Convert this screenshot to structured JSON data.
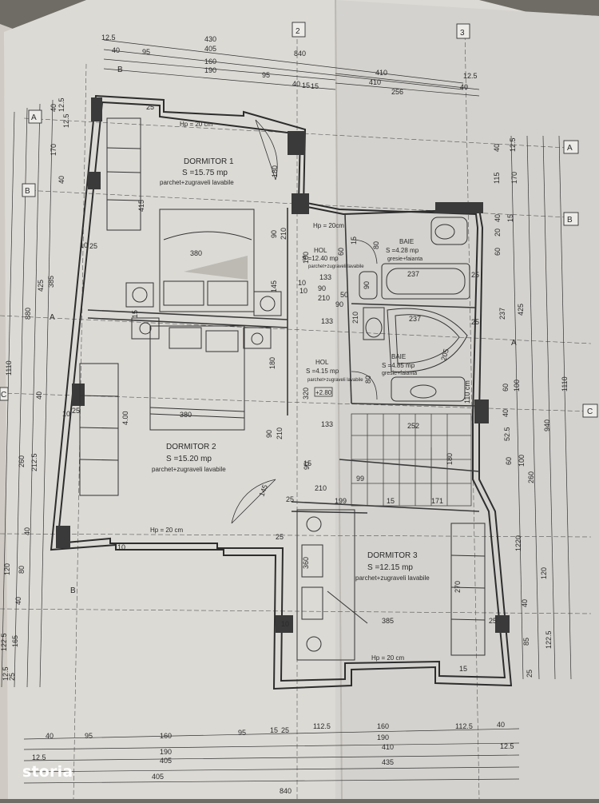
{
  "brand": {
    "logo_text": "storia"
  },
  "grid_labels": {
    "a": "A",
    "b": "B",
    "c": "C",
    "n2": "2",
    "n3": "3"
  },
  "rooms": [
    {
      "id": "dormitor-1",
      "name": "DORMITOR 1",
      "area": "S =15.75 mp",
      "finish": "parchet+zugraveli lavabile"
    },
    {
      "id": "dormitor-2",
      "name": "DORMITOR 2",
      "area": "S =15.20 mp",
      "finish": "parchet+zugraveli lavabile"
    },
    {
      "id": "dormitor-3",
      "name": "DORMITOR 3",
      "area": "S =12.15 mp",
      "finish": "parchet+zugraveli lavabile"
    },
    {
      "id": "baie-1",
      "name": "BAIE",
      "area": "S =4.28 mp",
      "finish": "gresie+faianta"
    },
    {
      "id": "baie-2",
      "name": "BAIE",
      "area": "S =4.85 mp",
      "finish": "gresie+faianta"
    },
    {
      "id": "hol-1",
      "name": "HOL",
      "area": "S =12.40 mp",
      "finish": "parchet+zugraveli lavabile"
    },
    {
      "id": "hol-2",
      "name": "HOL",
      "area": "S =4.15 mp",
      "finish": "parchet+zugraveli lavabile"
    }
  ],
  "floor_heights": {
    "hp_d1": "Hp = 20 cm",
    "hp_baie": "Hp = 20cm",
    "hp_d2": "Hp = 20 cm",
    "hp_d3": "Hp = 20 cm",
    "level": "+2.80"
  },
  "top_dimensions": {
    "r1": [
      "12.5",
      "430",
      "840"
    ],
    "r2": [
      "40",
      "95",
      "405",
      "160"
    ],
    "r3": [
      "190",
      "95",
      "40",
      "15",
      "15",
      "410",
      "12.5"
    ],
    "r4": [
      "410",
      "256",
      "40"
    ]
  },
  "bottom_dimensions": {
    "r1": [
      "40",
      "95",
      "160",
      "95",
      "15",
      "25",
      "112.5",
      "160",
      "112.5",
      "40"
    ],
    "r2": [
      "190",
      "190",
      "410"
    ],
    "r3": [
      "12.5",
      "405",
      "435",
      "12.5"
    ],
    "r4": [
      "405",
      "840"
    ]
  },
  "left_dimensions": [
    "12.5",
    "40",
    "12.5",
    "170",
    "40",
    "425",
    "385",
    "880",
    "1110",
    "40",
    "260",
    "212.5",
    "40",
    "120",
    "80",
    "40",
    "165",
    "122.5",
    "12.5",
    "25"
  ],
  "right_dimensions": [
    "40",
    "12.5",
    "115",
    "170",
    "20",
    "40",
    "15",
    "60",
    "237",
    "425",
    "1110",
    "100",
    "60",
    "40",
    "52.5",
    "100",
    "60",
    "260",
    "940",
    "1220",
    "120",
    "40",
    "85",
    "122.5",
    "25"
  ],
  "interior_dimensions": {
    "d1": [
      "25",
      "180",
      "415",
      "10",
      "25",
      "380",
      "145",
      "15",
      "90",
      "210"
    ],
    "hol": [
      "180",
      "60",
      "90",
      "10",
      "210",
      "133",
      "80",
      "15",
      "50",
      "90",
      "210",
      "133",
      "133",
      "90",
      "210",
      "80",
      "320",
      "180"
    ],
    "baie": [
      "237",
      "25",
      "25",
      "237",
      "205",
      "110 cm",
      "90",
      "10"
    ],
    "d2": [
      "4.00",
      "10",
      "25",
      "380",
      "145",
      "15",
      "99",
      "199",
      "15",
      "171",
      "252",
      "180",
      "25",
      "90",
      "210"
    ],
    "d3": [
      "360",
      "270",
      "385",
      "25",
      "10",
      "25",
      "15",
      "10"
    ]
  }
}
